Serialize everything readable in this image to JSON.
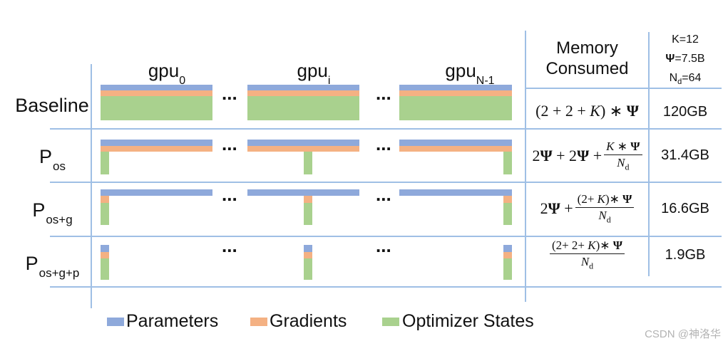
{
  "title": "ZeRO memory consumption comparison diagram",
  "colors": {
    "parameters": "#8EA9DB",
    "gradients": "#F4B183",
    "optimizer_states": "#A9D18E",
    "table_line": "#9FBFE5",
    "text": "#1A1A1A",
    "watermark": "#B3B3B3"
  },
  "gpus": [
    {
      "main": "gpu",
      "sub": "0",
      "partition_position": "left"
    },
    {
      "main": "gpu",
      "sub": "i",
      "partition_position": "middle"
    },
    {
      "main": "gpu",
      "sub": "N-1",
      "partition_position": "right"
    }
  ],
  "ellipsis": "...",
  "header": {
    "memory": {
      "line1": "Memory",
      "line2": "Consumed"
    },
    "constants": [
      {
        "name": "K",
        "sub": "",
        "rest": "=12",
        "bold": false
      },
      {
        "name": "Ψ",
        "sub": "",
        "rest": "=7.5B",
        "bold": true
      },
      {
        "name": "N",
        "sub": "d",
        "rest": "=64",
        "bold": false
      }
    ]
  },
  "rows": [
    {
      "label": {
        "main": "Baseline",
        "sub": ""
      },
      "value": "120GB",
      "layout": {
        "parameters": "replicated",
        "gradients": "replicated",
        "optimizer_states": "replicated"
      },
      "formula": {
        "inline": [
          {
            "t": "(2 + 2 + "
          },
          {
            "t": "K"
          },
          {
            "t": ") ∗ "
          },
          {
            "t": "Ψ"
          }
        ]
      }
    },
    {
      "label": {
        "main": "P",
        "sub": "os"
      },
      "value": "31.4GB",
      "layout": {
        "parameters": "replicated",
        "gradients": "replicated",
        "optimizer_states": "partitioned"
      },
      "formula": {
        "inline": [
          {
            "t": "2"
          },
          {
            "t": "Ψ"
          },
          {
            "t": " + 2"
          },
          {
            "t": "Ψ"
          },
          {
            "t": " + "
          }
        ],
        "frac": {
          "num": [
            {
              "t": "K"
            },
            {
              "t": " ∗ "
            },
            {
              "t": "Ψ"
            }
          ],
          "den": {
            "main": "N",
            "sub": "d"
          }
        }
      }
    },
    {
      "label": {
        "main": "P",
        "sub": "os+g"
      },
      "value": "16.6GB",
      "layout": {
        "parameters": "replicated",
        "gradients": "partitioned",
        "optimizer_states": "partitioned"
      },
      "formula": {
        "inline": [
          {
            "t": "2"
          },
          {
            "t": "Ψ"
          },
          {
            "t": " + "
          }
        ],
        "frac": {
          "num": [
            {
              "t": "(2+ "
            },
            {
              "t": "K"
            },
            {
              "t": ")∗ "
            },
            {
              "t": "Ψ"
            }
          ],
          "den": {
            "main": "N",
            "sub": "d"
          }
        }
      }
    },
    {
      "label": {
        "main": "P",
        "sub": "os+g+p"
      },
      "value": "1.9GB",
      "layout": {
        "parameters": "partitioned",
        "gradients": "partitioned",
        "optimizer_states": "partitioned"
      },
      "formula": {
        "frac": {
          "num": [
            {
              "t": "(2+ 2+ "
            },
            {
              "t": "K"
            },
            {
              "t": ")∗ "
            },
            {
              "t": "Ψ"
            }
          ],
          "den": {
            "main": "N",
            "sub": "d"
          }
        }
      }
    }
  ],
  "legend": [
    {
      "label": "Parameters",
      "color": "#8EA9DB"
    },
    {
      "label": "Gradients",
      "color": "#F4B183"
    },
    {
      "label": "Optimizer States",
      "color": "#A9D18E"
    }
  ],
  "watermark": "CSDN @神洛华"
}
